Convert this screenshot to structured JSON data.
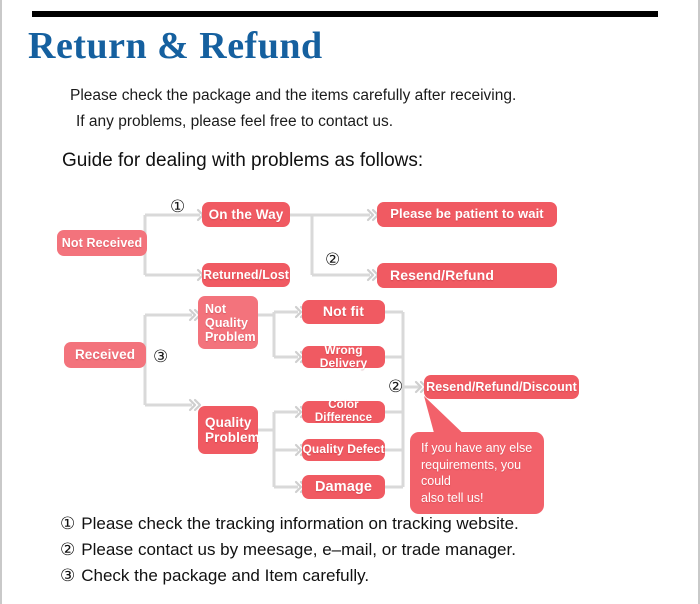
{
  "header": {
    "title": "Return & Refund",
    "rule_color": "#000000",
    "title_color": "#15609f"
  },
  "intro": {
    "line1": "Please check the package and the items carefully after receiving.",
    "line2": "If any problems, please feel free to contact us.",
    "guide": "Guide for dealing with problems as follows:"
  },
  "colors": {
    "node_pale": "#f3737c",
    "node_strong": "#f05a62",
    "connector": "#d9d9d9",
    "bubble": "#f2616a"
  },
  "flow": {
    "nodes": [
      {
        "id": "not-received",
        "label": "Not Received",
        "tone": "pale"
      },
      {
        "id": "on-the-way",
        "label": "On the Way",
        "tone": "strong"
      },
      {
        "id": "returned-lost",
        "label": "Returned/Lost",
        "tone": "strong"
      },
      {
        "id": "please-be-patient",
        "label": "Please be patient to wait",
        "tone": "strong"
      },
      {
        "id": "resend-refund",
        "label": "Resend/Refund",
        "tone": "strong"
      },
      {
        "id": "received",
        "label": "Received",
        "tone": "pale"
      },
      {
        "id": "not-quality-problem",
        "label": "Not Quality Problem",
        "tone": "pale"
      },
      {
        "id": "quality-problem",
        "label": "Quality Problem",
        "tone": "strong"
      },
      {
        "id": "not-fit",
        "label": "Not fit",
        "tone": "strong"
      },
      {
        "id": "wrong-delivery",
        "label": "Wrong Delivery",
        "tone": "strong"
      },
      {
        "id": "color-difference",
        "label": "Color Difference",
        "tone": "strong"
      },
      {
        "id": "quality-defect",
        "label": "Quality Defect",
        "tone": "strong"
      },
      {
        "id": "damage",
        "label": "Damage",
        "tone": "strong"
      },
      {
        "id": "resend-refund-discount",
        "label": "Resend/Refund/Discount",
        "tone": "strong"
      }
    ],
    "markers": {
      "one": "①",
      "two_top": "②",
      "two_right": "②",
      "three": "③"
    },
    "bubble": {
      "line1": "If you have any else",
      "line2": "requirements, you could",
      "line3": "also tell us!"
    }
  },
  "notes": [
    {
      "num": "①",
      "text": "Please check the tracking information on tracking website."
    },
    {
      "num": "②",
      "text": "Please contact us by meesage, e–mail, or trade manager."
    },
    {
      "num": "③",
      "text": "Check the package and Item carefully."
    }
  ]
}
